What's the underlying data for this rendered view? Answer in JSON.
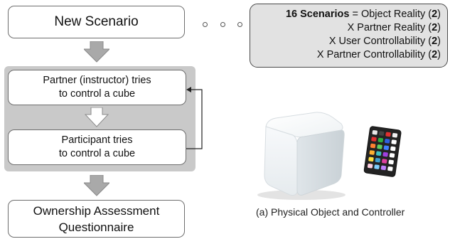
{
  "flow": {
    "new_scenario": "New Scenario",
    "partner_line1": "Partner (instructor) tries",
    "partner_line2": "to control a cube",
    "participant_line1": "Participant tries",
    "participant_line2": "to control a cube",
    "ownership_line1": "Ownership Assessment",
    "ownership_line2": "Questionnaire"
  },
  "scenarios": {
    "count_label": "16 Scenarios",
    "line1_rest": " = Object Reality (",
    "line1_num": "2",
    "line2_rest": "X  Partner Reality (",
    "line2_num": "2",
    "line3_rest": "X User Controllability (",
    "line3_num": "2",
    "line4_rest": "X Partner Controllability (",
    "line4_num": "2",
    "close_paren": ")"
  },
  "caption": "(a) Physical Object and Controller",
  "colors": {
    "panel_gray": "#c9c9c9",
    "arrow_gray": "#a9a9a9",
    "bubble_gray": "#e2e2e2"
  }
}
